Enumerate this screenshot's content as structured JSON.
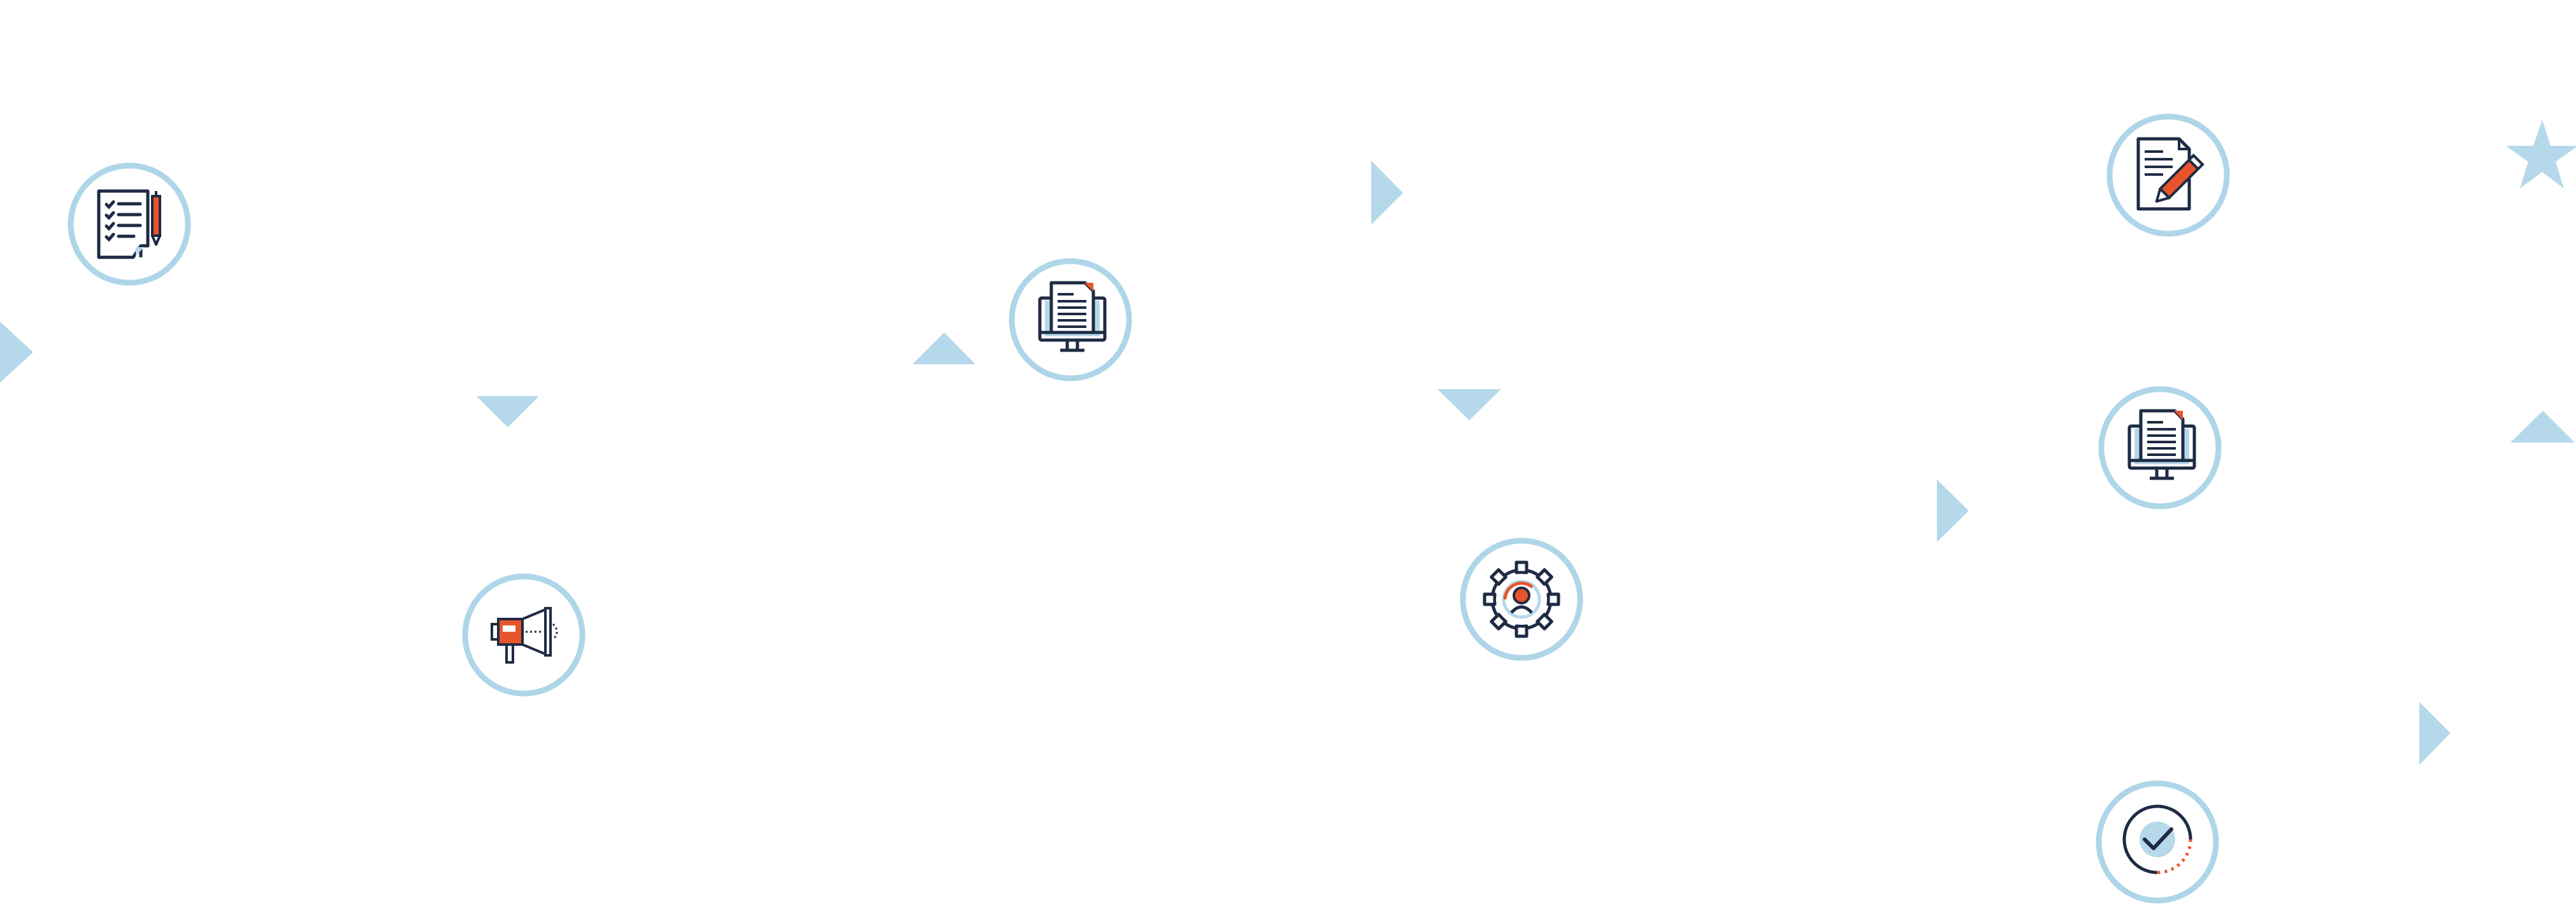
{
  "colors": {
    "accent_light_blue": "#b5d9ea",
    "circle_stroke": "#aed6e8",
    "navy": "#1f2a44",
    "orange": "#e8542c",
    "background": "#ffffff"
  },
  "icons": [
    "checklist-pencil-icon",
    "megaphone-icon",
    "monitor-document-icon",
    "gear-person-icon",
    "document-pencil-icon",
    "monitor-document-icon",
    "check-circle-icon"
  ],
  "decorations": [
    "triangle-right",
    "triangle-down",
    "triangle-up",
    "triangle-right",
    "triangle-down",
    "triangle-right",
    "star",
    "triangle-up",
    "triangle-right"
  ]
}
